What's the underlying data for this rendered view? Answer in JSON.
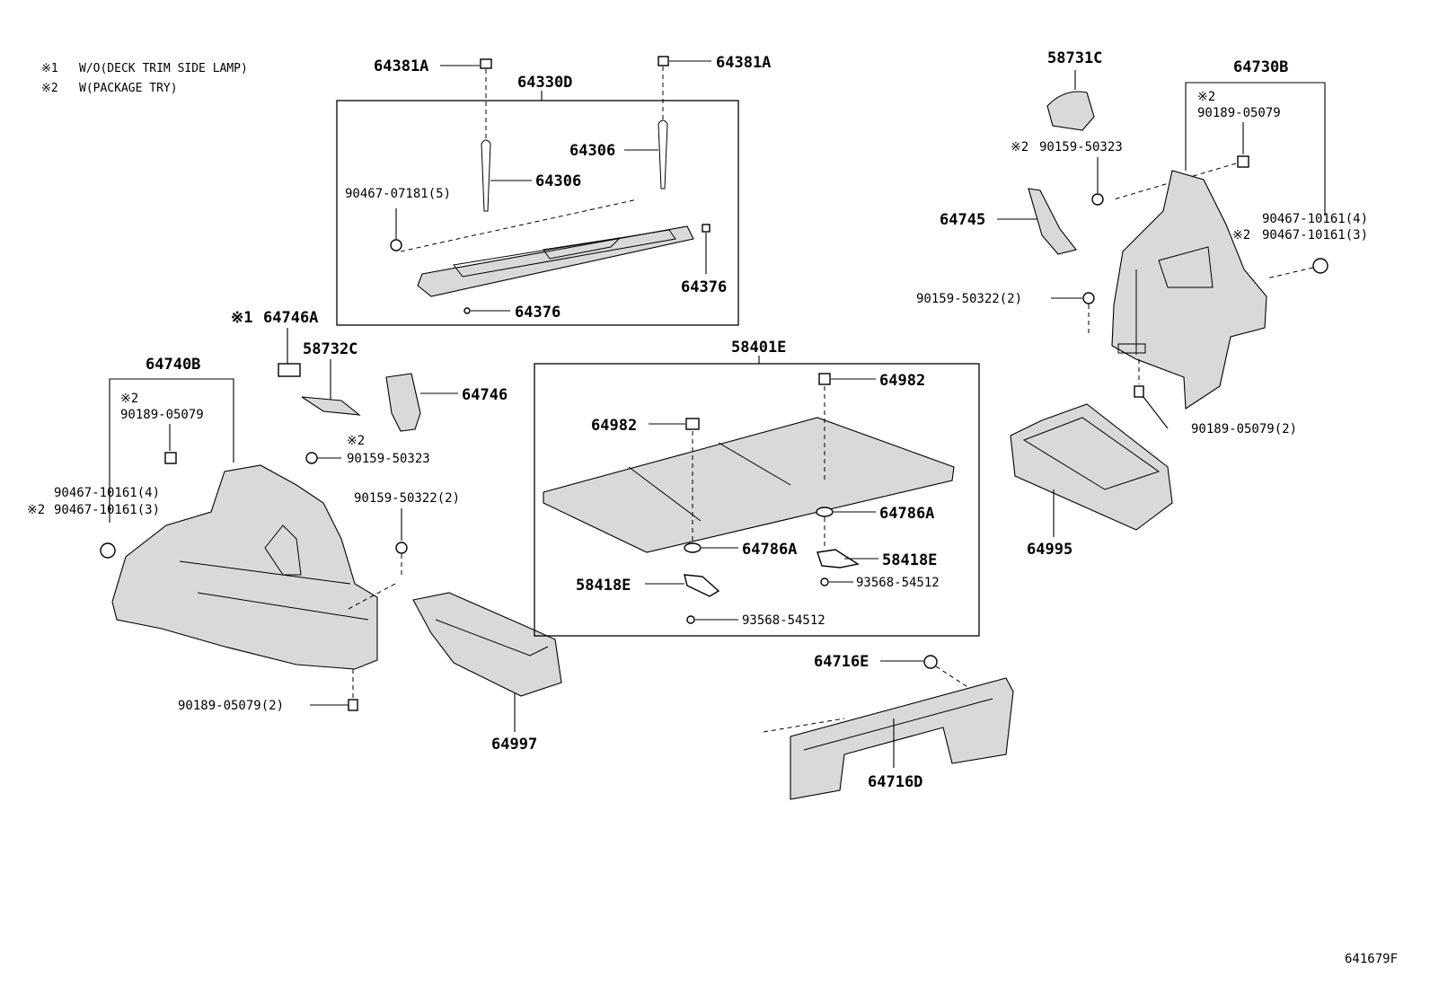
{
  "notes": [
    {
      "mark": "※1",
      "text": "W/O(DECK TRIM SIDE LAMP)"
    },
    {
      "mark": "※2",
      "text": "W(PACKAGE TRY)"
    }
  ],
  "illustration_id": "641679F",
  "callouts": {
    "p64381A_left": "64381A",
    "p64381A_right": "64381A",
    "p64330D": "64330D",
    "p64306_right": "64306",
    "p64306_left": "64306",
    "p90467_07181": "90467-07181(5)",
    "p64376_right": "64376",
    "p64376_bottom": "64376",
    "p64746A_mark": "※1",
    "p64746A": "64746A",
    "p58732C": "58732C",
    "p64746": "64746",
    "p64740B": "64740B",
    "p90189_05079_left_mark": "※2",
    "p90189_05079_left": "90189-05079",
    "p90159_50323_left_mark": "※2",
    "p90159_50323_left": "90159-50323",
    "p90467_10161_4_left": "90467-10161(4)",
    "p90467_10161_3_left_mark": "※2",
    "p90467_10161_3_left": "90467-10161(3)",
    "p90159_50322_2_left": "90159-50322(2)",
    "p90189_05079_2_left": "90189-05079(2)",
    "p64997": "64997",
    "p58401E": "58401E",
    "p64982_right": "64982",
    "p64982_left": "64982",
    "p64786A_right": "64786A",
    "p64786A_left": "64786A",
    "p58418E_right": "58418E",
    "p58418E_left": "58418E",
    "p93568_54512_right": "93568-54512",
    "p93568_54512_bottom": "93568-54512",
    "p64716E": "64716E",
    "p64716D": "64716D",
    "p58731C": "58731C",
    "p64730B": "64730B",
    "p90189_05079_right_mark": "※2",
    "p90189_05079_right": "90189-05079",
    "p90159_50323_right_mark": "※2",
    "p90159_50323_right": "90159-50323",
    "p64745": "64745",
    "p90467_10161_4_right": "90467-10161(4)",
    "p90467_10161_3_right_mark": "※2",
    "p90467_10161_3_right": "90467-10161(3)",
    "p90159_50322_2_right": "90159-50322(2)",
    "p90189_05079_2_right": "90189-05079(2)",
    "p64995": "64995"
  }
}
